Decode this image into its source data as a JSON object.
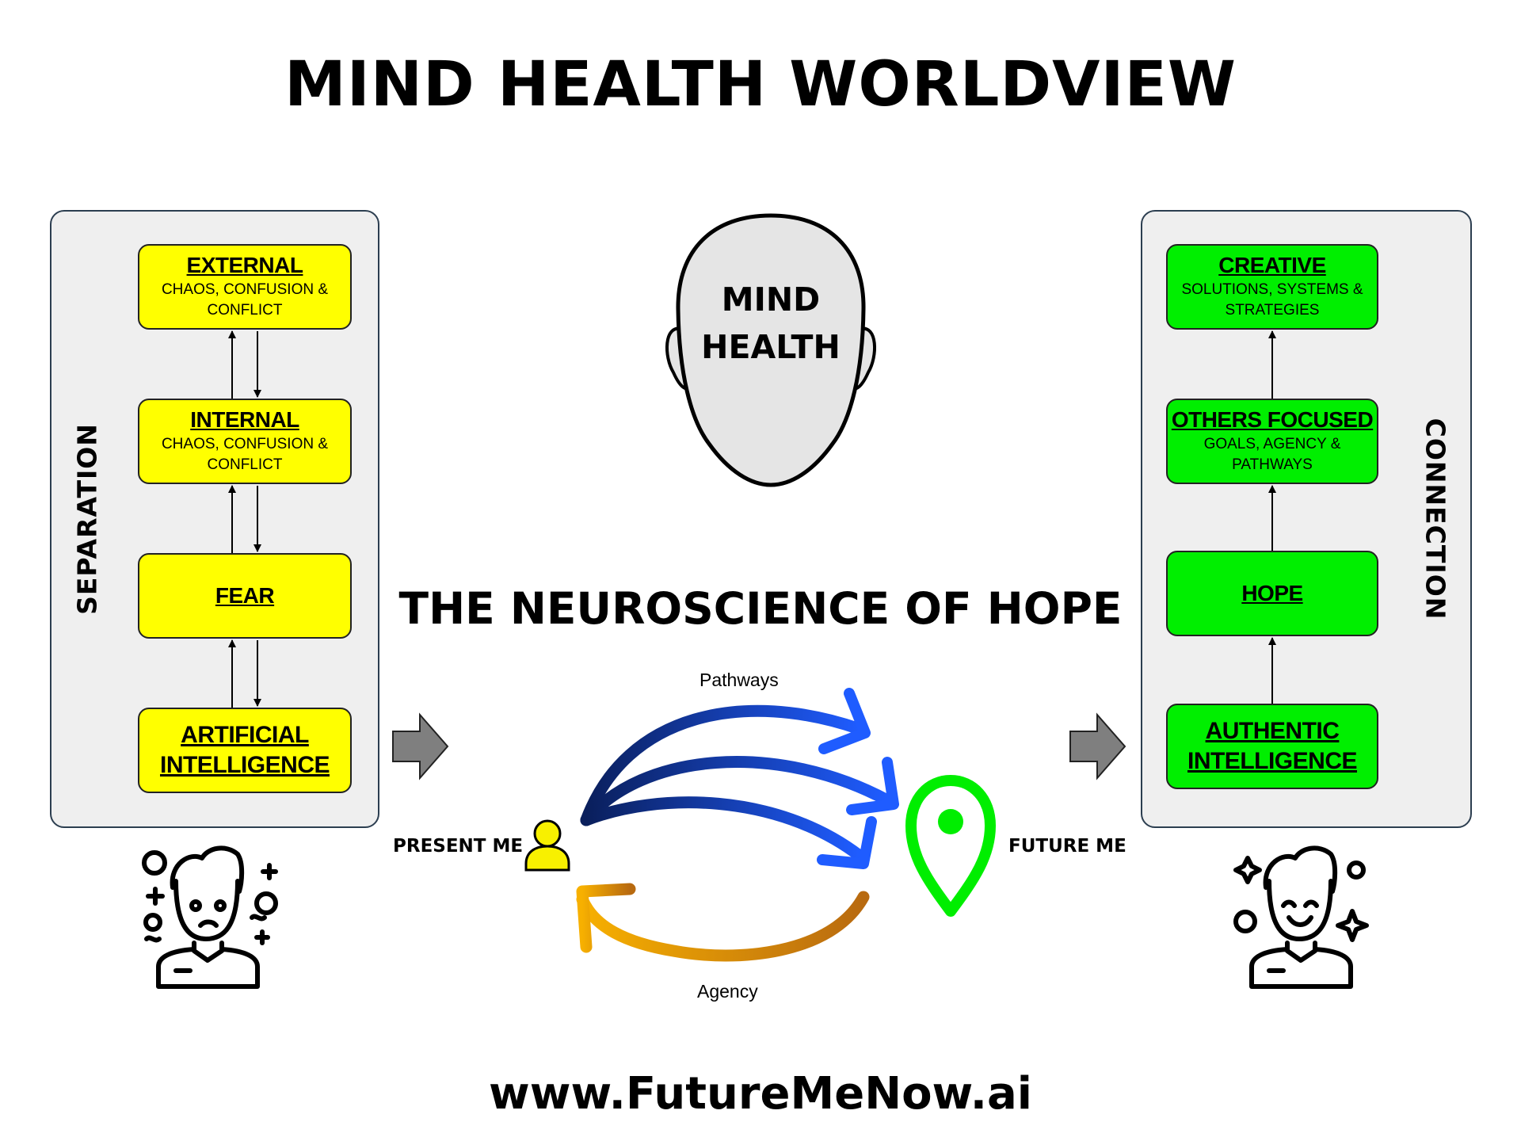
{
  "title": "MIND HEALTH WORLDVIEW",
  "subtitle": "THE NEUROSCIENCE OF HOPE",
  "footer_url": "www.FutureMeNow.ai",
  "head": {
    "line1": "MIND",
    "line2": "HEALTH"
  },
  "left_panel": {
    "label": "SEPARATION",
    "cards": [
      {
        "title": "EXTERNAL",
        "sub1": "CHAOS, CONFUSION &",
        "sub2": "CONFLICT"
      },
      {
        "title": "INTERNAL",
        "sub1": "CHAOS, CONFUSION &",
        "sub2": "CONFLICT"
      },
      {
        "title": "FEAR"
      },
      {
        "title1": "ARTIFICIAL",
        "title2": "INTELLIGENCE"
      }
    ]
  },
  "right_panel": {
    "label": "CONNECTION",
    "cards": [
      {
        "title": "CREATIVE",
        "sub1": "SOLUTIONS, SYSTEMS &",
        "sub2": "STRATEGIES"
      },
      {
        "title": "OTHERS FOCUSED",
        "sub1": "GOALS, AGENCY &",
        "sub2": "PATHWAYS"
      },
      {
        "title": "HOPE"
      },
      {
        "title1": "AUTHENTIC",
        "title2": "INTELLIGENCE"
      }
    ]
  },
  "flow": {
    "present_label": "PRESENT ME",
    "future_label": "FUTURE ME",
    "pathways_label": "Pathways",
    "agency_label": "Agency"
  },
  "colors": {
    "yellow": "#ffff00",
    "green": "#00ef00",
    "pathways_blue": "#1b4fd8",
    "agency_orange": "#f0a800",
    "arrow_gray": "#7f7f7f"
  },
  "icons": [
    "worried-person-icon",
    "happy-person-icon",
    "person-icon",
    "location-pin-icon",
    "head-icon"
  ]
}
